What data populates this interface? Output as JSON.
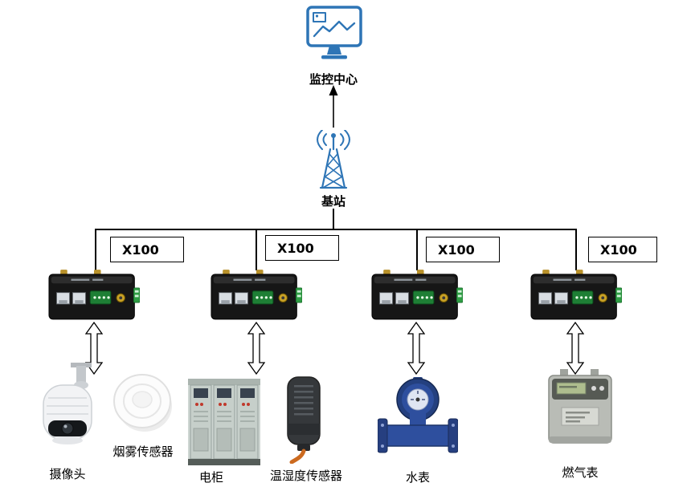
{
  "colors": {
    "accent": "#2e75b6",
    "line": "#000000"
  },
  "monitoring_center": {
    "label": "监控中心"
  },
  "base_station": {
    "label": "基站"
  },
  "gateways": [
    {
      "label": "X100",
      "devices": [
        {
          "label": "摄像头"
        },
        {
          "label": "烟雾传感器"
        }
      ]
    },
    {
      "label": "X100",
      "devices": [
        {
          "label": "电柜"
        },
        {
          "label": "温湿度传感器"
        }
      ]
    },
    {
      "label": "X100",
      "devices": [
        {
          "label": "水表"
        }
      ]
    },
    {
      "label": "X100",
      "devices": [
        {
          "label": "燃气表"
        }
      ]
    }
  ],
  "icons": {
    "monitoring_center": "monitor-icon",
    "base_station": "antenna-tower-icon",
    "uplink": "up-arrow-icon",
    "gateway": "industrial-router-image",
    "link": "double-headed-arrow-icon",
    "camera": "ptz-camera-image",
    "smoke_sensor": "smoke-detector-image",
    "electric_cabinet": "electric-cabinet-image",
    "temp_humidity_sensor": "temp-humidity-sensor-image",
    "water_meter": "water-meter-image",
    "gas_meter": "gas-meter-image"
  }
}
